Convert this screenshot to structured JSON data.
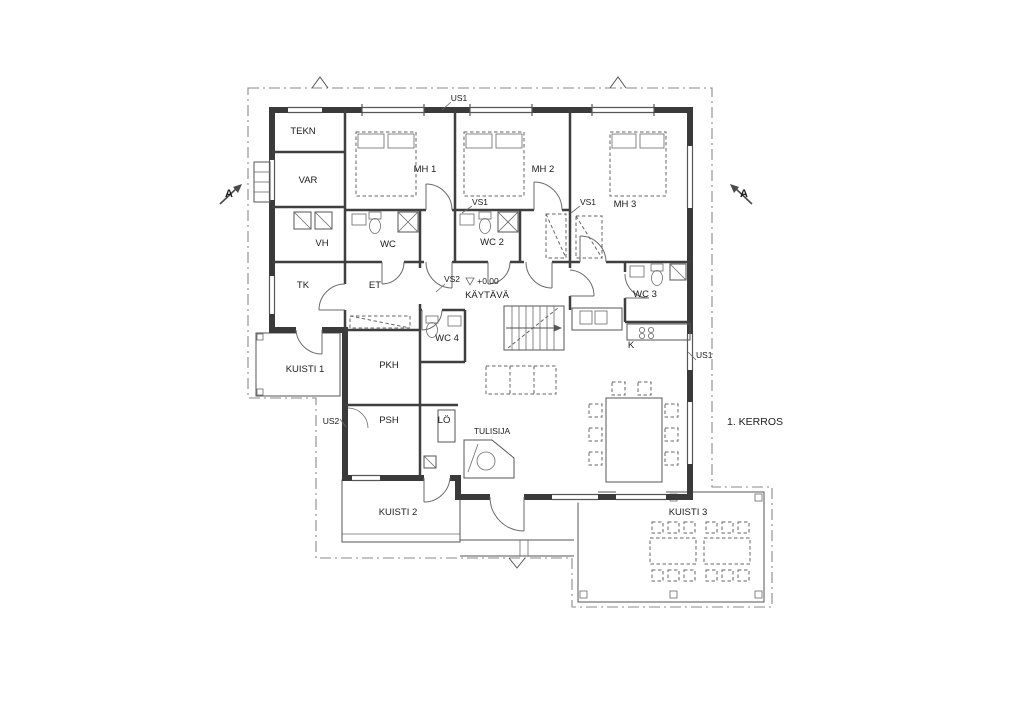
{
  "plan": {
    "floor_label": "1. KERROS",
    "elevation": "+0.00",
    "section_marker": "A"
  },
  "rooms": {
    "tekn": "TEKN",
    "var": "VAR",
    "mh1": "MH 1",
    "mh2": "MH 2",
    "mh3": "MH 3",
    "vh": "VH",
    "wc": "WC",
    "wc2": "WC 2",
    "wc3": "WC 3",
    "wc4": "WC 4",
    "tk": "TK",
    "et": "ET",
    "kaytava": "KÄYTÄVÄ",
    "pkh": "PKH",
    "psh": "PSH",
    "lo": "LÖ",
    "tulisija": "TULISIJA",
    "k": "K",
    "kuisti1": "KUISTI 1",
    "kuisti2": "KUISTI 2",
    "kuisti3": "KUISTI 3"
  },
  "wall_types": {
    "us1_top": "US1",
    "us1_right": "US1",
    "us2": "US2",
    "vs1_left": "VS1",
    "vs1_right": "VS1",
    "vs2": "VS2"
  },
  "colors": {
    "line": "#3a3a3a",
    "line_light": "#8a8a8a",
    "background": "#ffffff"
  }
}
